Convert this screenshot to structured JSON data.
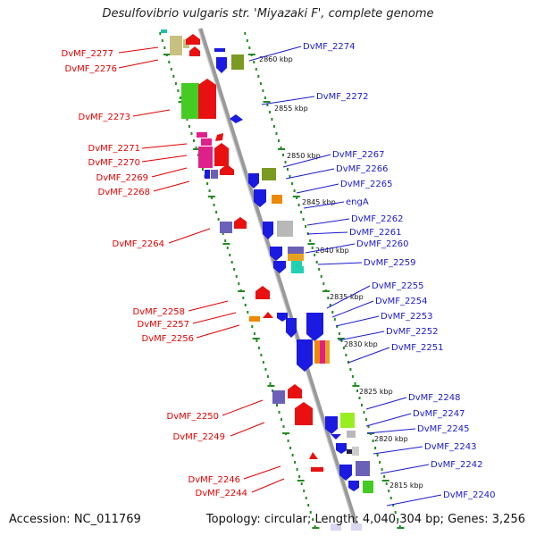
{
  "title": "Desulfovibrio vulgaris str. 'Miyazaki F', complete genome",
  "footer": {
    "accession": "Accession: NC_011769",
    "summary": "Topology: circular; Length: 4,040,304 bp; Genes: 3,256"
  },
  "ruler": [
    "2860 kbp",
    "2855 kbp",
    "2850 kbp",
    "2845 kbp",
    "2840 kbp",
    "2835 kbp",
    "2830 kbp",
    "2825 kbp",
    "2820 kbp",
    "2815 kbp"
  ],
  "reverse_genes": [
    "DvMF_2277",
    "DvMF_2276",
    "DvMF_2273",
    "DvMF_2271",
    "DvMF_2270",
    "DvMF_2269",
    "DvMF_2268",
    "DvMF_2264",
    "DvMF_2258",
    "DvMF_2257",
    "DvMF_2256",
    "DvMF_2250",
    "DvMF_2249",
    "DvMF_2246",
    "DvMF_2244"
  ],
  "forward_genes": [
    "DvMF_2274",
    "DvMF_2272",
    "DvMF_2267",
    "DvMF_2266",
    "DvMF_2265",
    "engA",
    "DvMF_2262",
    "DvMF_2261",
    "DvMF_2260",
    "DvMF_2259",
    "DvMF_2255",
    "DvMF_2254",
    "DvMF_2253",
    "DvMF_2252",
    "DvMF_2251",
    "DvMF_2248",
    "DvMF_2247",
    "DvMF_2245",
    "DvMF_2243",
    "DvMF_2242",
    "DvMF_2240"
  ],
  "colors": {
    "reverse_label": "#e30000",
    "forward_label": "#1a1ad0",
    "backbone": "#9a9a9a",
    "tick": "#228b22",
    "cds_blue": "#1a1ae0",
    "cds_red": "#e81010",
    "cds_green": "#44cc22",
    "cds_olive": "#7a9a22",
    "cds_khaki": "#c8c080",
    "cds_purple": "#6a60b8",
    "cds_magenta": "#e0208a",
    "cds_orange": "#ee8800",
    "cds_grey": "#b8b8b8",
    "cds_teal": "#20d0b0"
  }
}
